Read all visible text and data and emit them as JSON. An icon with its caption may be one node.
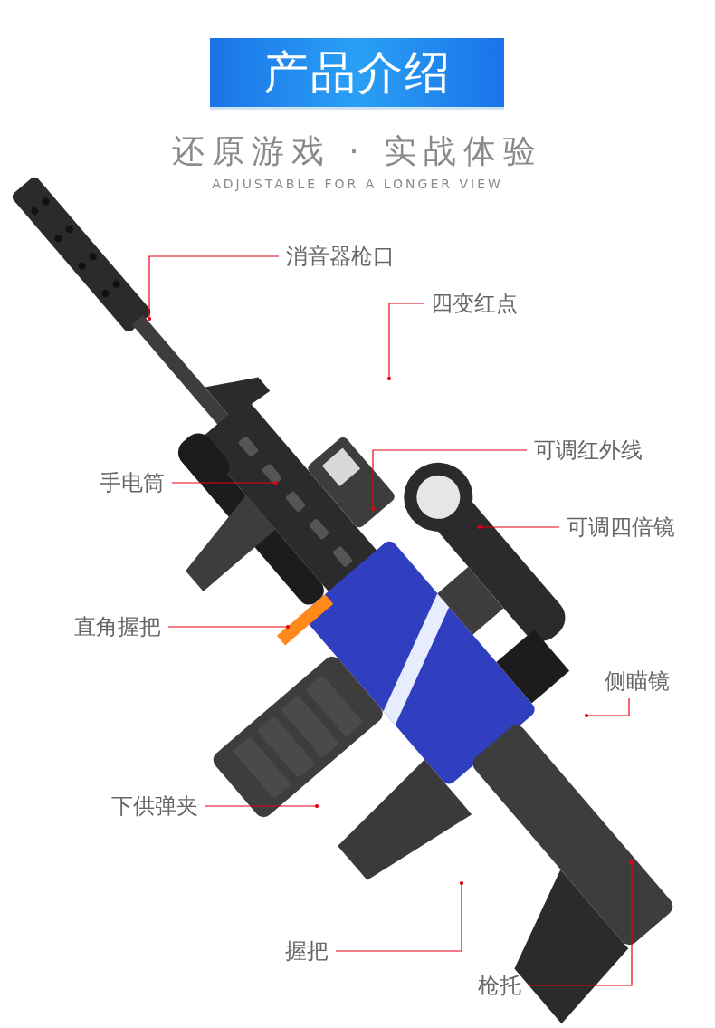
{
  "diagram": {
    "title": "产品介绍",
    "nodes": [
      {
        "text": [
          "消音器枪口"
        ]
      },
      {
        "text": [
          "四变红点"
        ]
      },
      {
        "text": [
          "可调红外线"
        ]
      },
      {
        "text": [
          "手电筒"
        ]
      },
      {
        "text": [
          "可调四倍镜"
        ]
      },
      {
        "text": [
          "直角握把"
        ]
      },
      {
        "text": [
          "侧瞄镜"
        ]
      },
      {
        "text": [
          "下供弹夹"
        ]
      },
      {
        "text": [
          "握把"
        ]
      },
      {
        "text": [
          "枪托"
        ]
      }
    ],
    "edges": [
      {
        "from": 0,
        "to": null,
        "arrow": "other"
      },
      {
        "from": 1,
        "to": null,
        "arrow": "other"
      },
      {
        "from": 2,
        "to": null,
        "arrow": "other"
      },
      {
        "from": 3,
        "to": null,
        "arrow": "other"
      },
      {
        "from": 4,
        "to": null,
        "arrow": "other"
      },
      {
        "from": 5,
        "to": null,
        "arrow": "other"
      },
      {
        "from": 6,
        "to": null,
        "arrow": "other"
      },
      {
        "from": 7,
        "to": null,
        "arrow": "other"
      },
      {
        "from": 8,
        "to": null,
        "arrow": "other"
      },
      {
        "from": 9,
        "to": null,
        "arrow": "other"
      }
    ],
    "labels": [
      "还原游戏 · 实战体验",
      "ADJUSTABLE FOR A LONGER VIEW"
    ]
  }
}
